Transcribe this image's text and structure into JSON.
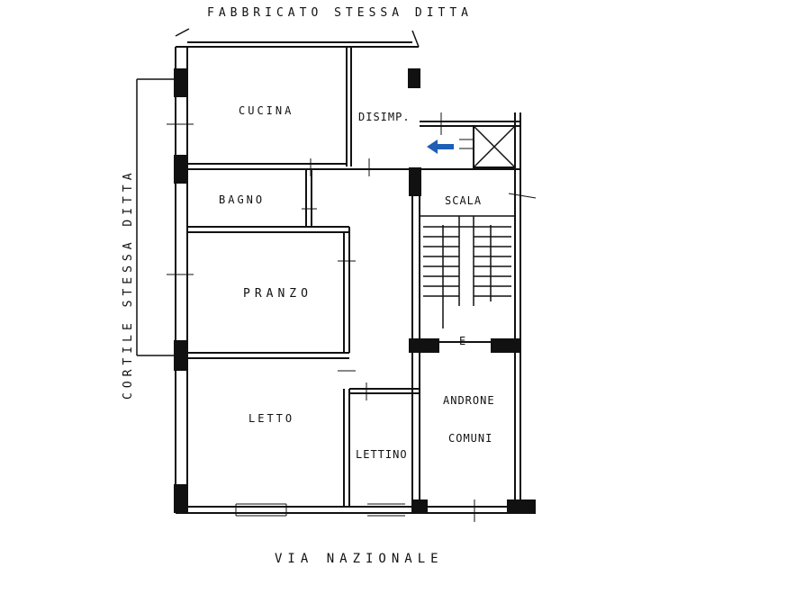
{
  "plan": {
    "top_label": "FABBRICATO STESSA DITTA",
    "side_label": "CORTILE STESSA DITTA",
    "street_label": "VIA NAZIONALE",
    "rooms": {
      "cucina": "CUCINA",
      "disimpegno": "DISIMP.",
      "bagno": "BAGNO",
      "pranzo": "PRANZO",
      "letto": "LETTO",
      "lettino": "LETTINO",
      "scala": "SCALA",
      "androne_line1": "E",
      "androne_line2": "ANDRONE",
      "androne_line3": "COMUNI"
    }
  },
  "colors": {
    "wall": "#111111",
    "arrow": "#1f5fb5"
  }
}
